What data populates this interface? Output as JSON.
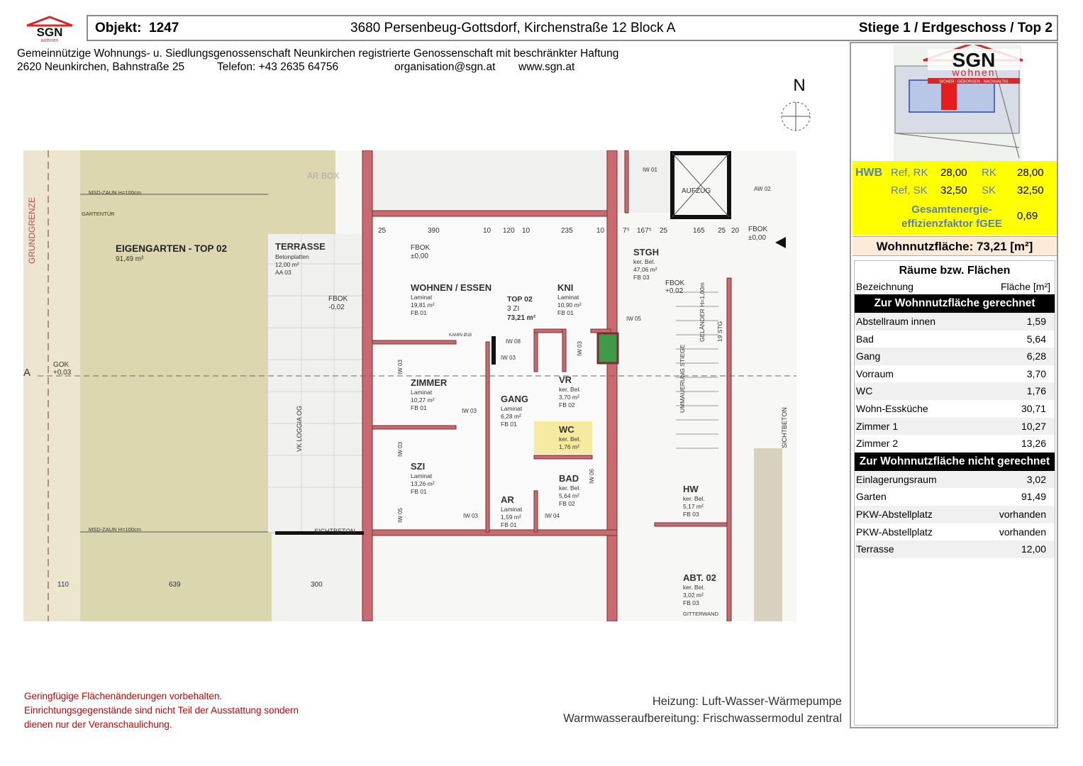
{
  "header": {
    "logo_text": "SGN",
    "logo_subtext": "wohnen",
    "objekt_label": "Objekt:",
    "objekt_number": "1247",
    "address": "3680 Persenbeug-Gottsdorf, Kirchenstraße 12 Block A",
    "stiege": "Stiege 1 / Erdgeschoss / Top 2"
  },
  "cooperative": {
    "name": "Gemeinnützige Wohnungs- u. Siedlungsgenossenschaft Neunkirchen registrierte Genossenschaft mit beschränkter Haftung",
    "address": "2620 Neunkirchen, Bahnstraße 25",
    "phone": "Telefon: +43 2635 64756",
    "email": "organisation@sgn.at",
    "web": "www.sgn.at"
  },
  "brand": {
    "logo_text": "SGN",
    "logo_subtext": "wohnen",
    "slogan": "SICHER · GEBORGEN · NACHHALTIG",
    "color_red": "#d42a2a",
    "color_yellow": "#ffff00"
  },
  "energy": {
    "hwb_label": "HWB",
    "ref_rk_label": "Ref, RK",
    "ref_rk_value": "28,00",
    "rk_label": "RK",
    "rk_value": "28,00",
    "ref_sk_label": "Ref, SK",
    "ref_sk_value": "32,50",
    "sk_label": "SK",
    "sk_value": "32,50",
    "fgee_label_1": "Gesamtenergie-",
    "fgee_label_2": "effizienzfaktor fGEE",
    "fgee_value": "0,69"
  },
  "wohnnutzflaeche": "Wohnnutzfläche: 73,21 [m²]",
  "rooms": {
    "title": "Räume bzw. Flächen",
    "col_name": "Bezeichnung",
    "col_area": "Fläche [m²]",
    "section_counted": "Zur Wohnnutzfläche gerechnet",
    "counted": [
      {
        "name": "Abstellraum innen",
        "area": "1,59"
      },
      {
        "name": "Bad",
        "area": "5,64"
      },
      {
        "name": "Gang",
        "area": "6,28"
      },
      {
        "name": "Vorraum",
        "area": "3,70"
      },
      {
        "name": "WC",
        "area": "1,76"
      },
      {
        "name": "Wohn-Essküche",
        "area": "30,71"
      },
      {
        "name": "Zimmer 1",
        "area": "10,27"
      },
      {
        "name": "Zimmer 2",
        "area": "13,26"
      }
    ],
    "section_not_counted": "Zur Wohnnutzfläche nicht gerechnet",
    "not_counted": [
      {
        "name": "Einlagerungsraum",
        "area": "3,02"
      },
      {
        "name": "Garten",
        "area": "91,49"
      },
      {
        "name": "PKW-Abstellplatz",
        "area": "vorhanden"
      },
      {
        "name": "PKW-Abstellplatz",
        "area": "vorhanden"
      },
      {
        "name": "Terrasse",
        "area": "12,00"
      }
    ]
  },
  "plan": {
    "north": "N",
    "grundgrenze": "GRUNDGRENZE",
    "eigengarten": "EIGENGARTEN - TOP 02",
    "eigengarten_area": "91,49 m²",
    "terrasse": "TERRASSE",
    "terrasse_sub": "Betonplatten",
    "terrasse_area": "12,00 m²",
    "terrasse_code": "AA 03",
    "wohnen": "WOHNEN / ESSEN",
    "wohnen_floor": "Laminat",
    "wohnen_area": "19,81 m²",
    "wohnen_code": "FB 01",
    "kni": "KNI",
    "kni_floor": "Laminat",
    "kni_area": "10,90 m²",
    "kni_code": "FB 01",
    "top": "TOP 02",
    "top_rooms": "3 ZI",
    "top_area": "73,21 m²",
    "zimmer": "ZIMMER",
    "zimmer_floor": "Laminat",
    "zimmer_area": "10,27 m²",
    "zimmer_code": "FB 01",
    "gang": "GANG",
    "gang_floor": "Laminat",
    "gang_area": "6,28 m²",
    "gang_code": "FB 01",
    "vr": "VR",
    "vr_floor": "ker. Bel.",
    "vr_area": "3,70 m²",
    "vr_code": "FB 02",
    "wc": "WC",
    "wc_floor": "ker. Bel.",
    "wc_area": "1,76 m²",
    "szi": "SZI",
    "szi_floor": "Laminat",
    "szi_area": "13,26 m²",
    "szi_code": "FB 01",
    "ar": "AR",
    "ar_floor": "Laminat",
    "ar_area": "1,59 m²",
    "ar_code": "FB 01",
    "bad": "BAD",
    "bad_floor": "ker. Bel.",
    "bad_area": "5,64 m²",
    "bad_code": "FB 02",
    "stgh": "STGH",
    "stgh_floor": "ker. Bel.",
    "stgh_area": "47,06 m²",
    "stgh_code": "FB 03",
    "hw": "HW",
    "hw_floor": "ker. Bel.",
    "hw_area": "5,17 m²",
    "hw_code": "FB 03",
    "abt": "ABT. 02",
    "abt_floor": "ker. Bel.",
    "abt_area": "3,02 m²",
    "abt_code": "FB 03",
    "aufzug": "AUFZUG",
    "fbok_1": "FBOK",
    "fbok_1_val": "±0,00",
    "fbok_2": "FBOK",
    "fbok_2_val": "-0,02",
    "fbok_3": "FBOK",
    "fbok_3_val": "+0,02",
    "fbok_4": "FBOK",
    "fbok_4_val": "±0,00",
    "gok": "GOK",
    "gok_val": "+0,03",
    "msd_zaun_1": "MSD-ZAUN H=100cm",
    "msd_zaun_2": "MSD-ZAUN H=100cm",
    "sichtbeton_1": "SICHTBETON",
    "sichtbeton_2": "SICHTBETON",
    "gartentuer": "GARTENTÜR",
    "vk_loggia": "VK LOGGIA OG",
    "ar_box": "AR BOX",
    "gelaender": "GELÄNDER H=1,00m",
    "ummauerung": "UMMAUERUNG STIEGE",
    "stg": "19 STG",
    "gitterwand": "GITTERWAND",
    "kamin": "KAMIN Ø18",
    "marker_a": "A",
    "dims_top": [
      "25",
      "390",
      "10",
      "120",
      "10",
      "235",
      "10",
      "7⁵",
      "167⁵",
      "25",
      "165",
      "25",
      "20"
    ],
    "dim_110": "110",
    "dim_639": "639",
    "dim_300": "300",
    "iw": [
      "IW 01",
      "IW 03",
      "IW 08",
      "IW 03",
      "IW 05",
      "IW 03",
      "IW 03",
      "IW 03",
      "IW 04",
      "IW 05",
      "IW 06",
      "IW 03",
      "AW 02"
    ]
  },
  "footer": {
    "disclaimer_1": "Geringfügige Flächenänderungen vorbehalten.",
    "disclaimer_2": "Einrichtungsgegenstände sind nicht Teil der Ausstattung sondern",
    "disclaimer_3": "dienen nur der Veranschaulichung.",
    "heizung": "Heizung: Luft-Wasser-Wärmepumpe",
    "warmwasser": "Warmwasseraufbereitung: Frischwassermodul zentral"
  }
}
